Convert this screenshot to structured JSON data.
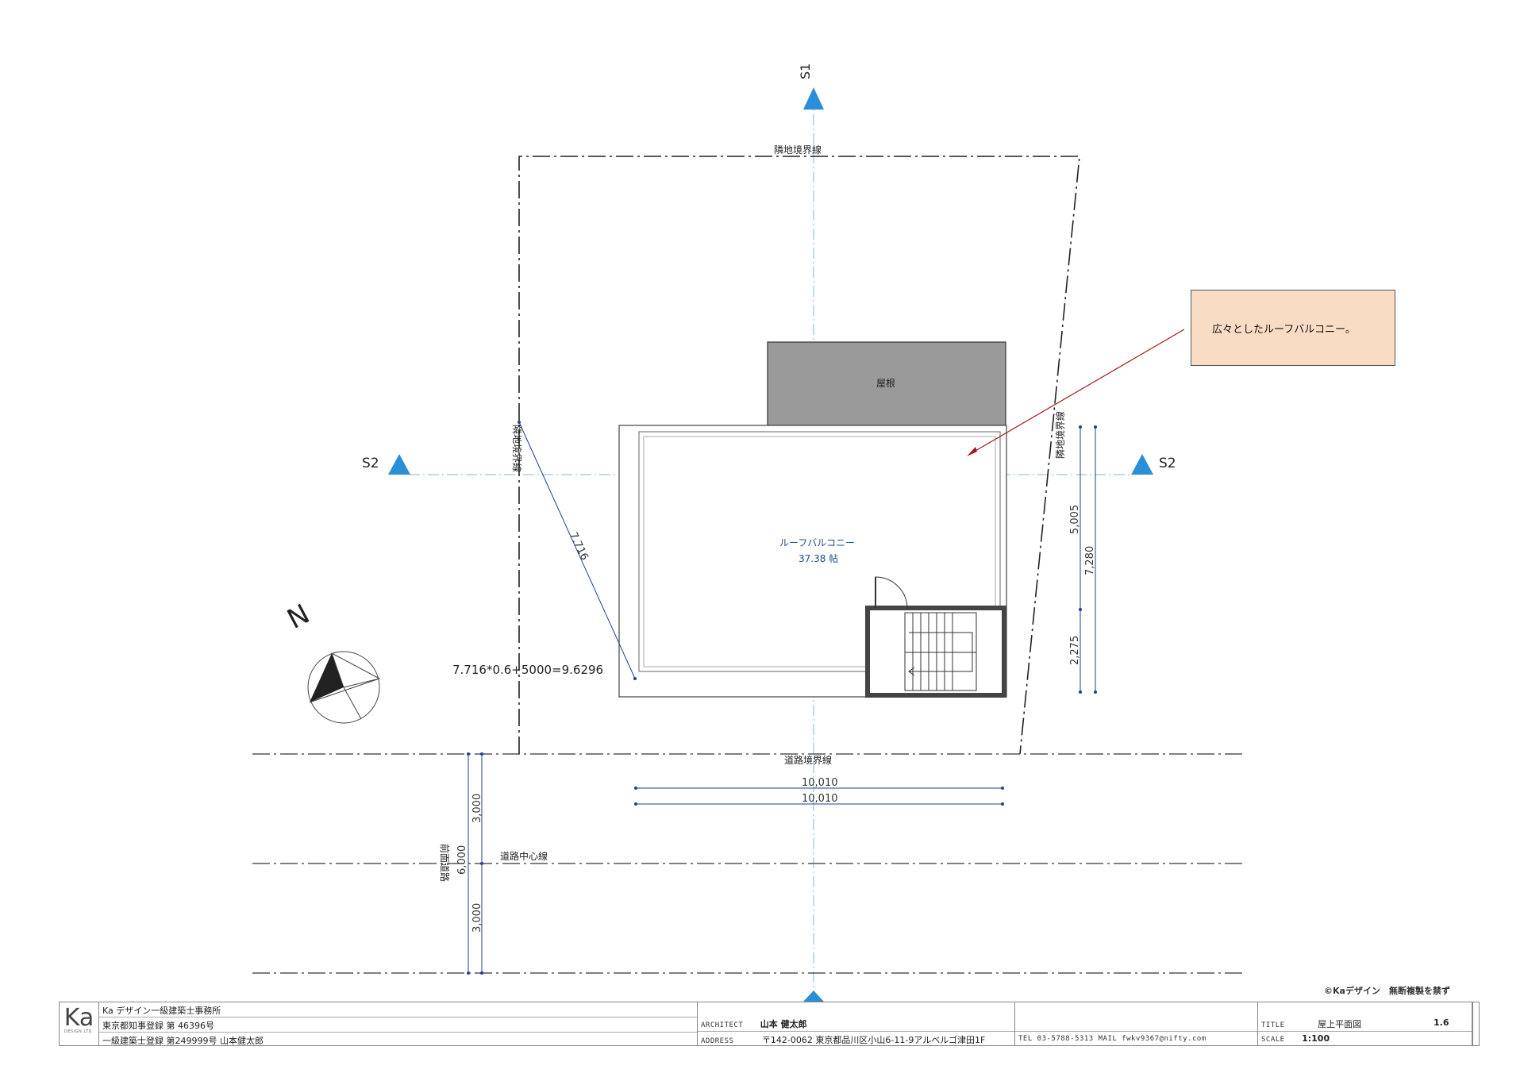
{
  "labels": {
    "section_top": "S1",
    "section_left": "S2",
    "section_right": "S2",
    "boundary_top": "隣地境界線",
    "boundary_left": "隣地境界線",
    "boundary_right": "隣地境界線",
    "road_boundary": "道路境界線",
    "road_center": "道路中心線",
    "front_road": "前面道路",
    "roof": "屋根",
    "balcony_name": "ルーフバルコニー",
    "balcony_area": "37.38 帖",
    "north": "N",
    "diagonal_length": "7.716",
    "formula": "7.716*0.6+5000=9.6296"
  },
  "dimensions": {
    "right_upper": "5,005",
    "right_total": "7,280",
    "right_lower": "2,275",
    "bottom_1": "10,010",
    "bottom_2": "10,010",
    "road_upper": "3,000",
    "road_total": "6,000",
    "road_lower": "3,000"
  },
  "callout": {
    "text": "広々としたルーフバルコニー。"
  },
  "copyright": "©Kaデザイン　無断複製を禁ず",
  "titleblock": {
    "logo": "Ka",
    "logo_sub": "DESIGN LTD.",
    "office_name": "Ka デザイン一級建築士事務所",
    "registration": "東京都知事登録 第 46396号",
    "architect_registration": "一級建築士登録 第249999号 山本健太郎",
    "architect_label": "ARCHITECT",
    "architect_name": "山本 健太郎",
    "address_label": "ADDRESS",
    "address": "〒142-0062 東京都品川区小山6-11-9アルベルゴ津田1F",
    "contact": "TEL 03-5788-5313 MAIL fwkv9367@nifty.com",
    "title_label": "TITLE",
    "title": "屋上平面図",
    "scale_label": "SCALE",
    "scale": "1:100",
    "sheet_no": "1.6"
  },
  "colors": {
    "section_marker": "#2a8fd6",
    "axis_line": "#7fb9d9",
    "roof_fill": "#9a9a9a",
    "callout_fill": "#f9dcc4",
    "arrow": "#a3171c",
    "dimension_blue": "#1f3f8f"
  }
}
